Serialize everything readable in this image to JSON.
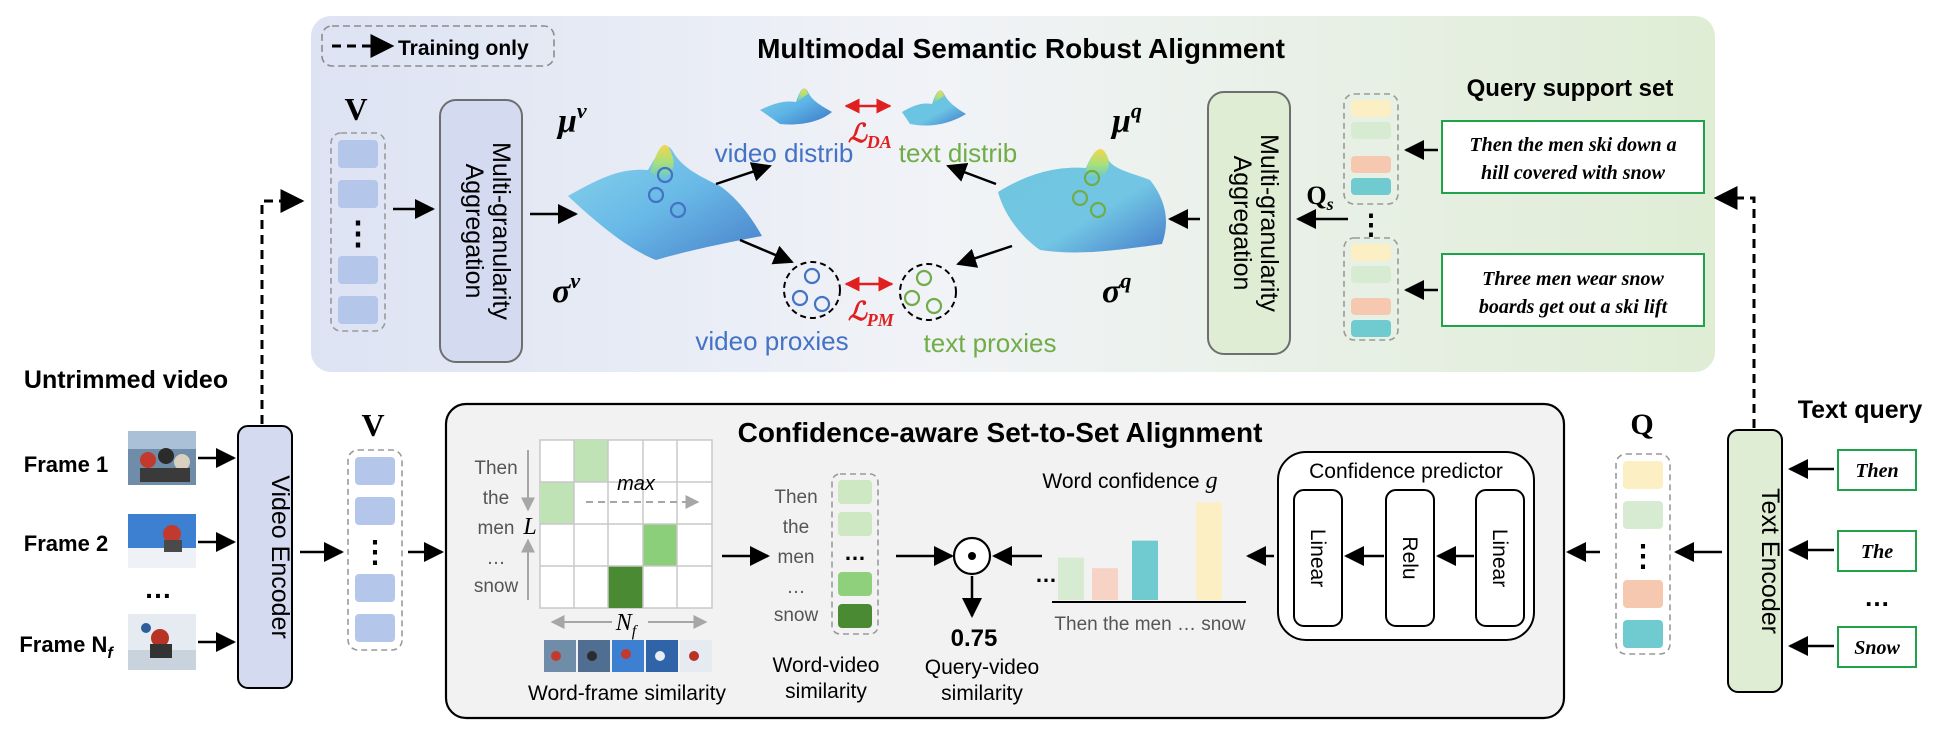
{
  "legend": {
    "training_only": "Training only"
  },
  "msra": {
    "title": "Multimodal Semantic Robust Alignment",
    "v_label": "V",
    "aggregation_label_line1": "Multi-granularity",
    "aggregation_label_line2": "Aggregation",
    "mu_v": "μ",
    "mu_v_sup": "v",
    "sigma_v": "σ",
    "sigma_v_sup": "v",
    "mu_q": "μ",
    "mu_q_sup": "q",
    "sigma_q": "σ",
    "sigma_q_sup": "q",
    "video_distrib": "video distrib",
    "text_distrib": "text distrib",
    "video_proxies": "video proxies",
    "text_proxies": "text proxies",
    "loss_da": "ℒ",
    "loss_da_sub": "DA",
    "loss_pm": "ℒ",
    "loss_pm_sub": "PM",
    "qs_label": "Q",
    "qs_sub": "s",
    "query_support_title": "Query support set",
    "query_support_1_line1": "Then the men ski down a",
    "query_support_1_line2": "hill covered with snow",
    "query_support_2_line1": "Three men wear snow",
    "query_support_2_line2": "boards get out a ski lift"
  },
  "video_input": {
    "title": "Untrimmed video",
    "frames": [
      "Frame 1",
      "Frame 2",
      "…",
      "Frame N"
    ],
    "frame_n_sub": "f",
    "encoder": "Video Encoder",
    "v_label": "V"
  },
  "text_input": {
    "title": "Text query",
    "words": [
      "Then",
      "The",
      "…",
      "Snow"
    ],
    "encoder": "Text Encoder",
    "q_label": "Q"
  },
  "csa": {
    "title": "Confidence-aware Set-to-Set Alignment",
    "grid_words": [
      "Then",
      "the",
      "men",
      "…",
      "snow"
    ],
    "max_label": "max",
    "L_label": "L",
    "nf_label": "N",
    "nf_sub": "f",
    "word_frame_caption": "Word-frame similarity",
    "word_video_words": [
      "Then",
      "the",
      "men",
      "…",
      "snow"
    ],
    "word_video_caption_line1": "Word-video",
    "word_video_caption_line2": "similarity",
    "score": "0.75",
    "qv_caption_line1": "Query-video",
    "qv_caption_line2": "similarity",
    "word_confidence_label": "Word confidence",
    "word_confidence_symbol": "g",
    "bar_axis_labels": "Then the men  …  snow",
    "bar_values": [
      0.4,
      0.3,
      0.56,
      0.0,
      0.92
    ],
    "bar_colors": [
      "#d7ebd2",
      "#f6d3c4",
      "#6fcbd0",
      "#ffffff",
      "#fbefc3"
    ],
    "predictor_title": "Confidence predictor",
    "predictor_layers": [
      "Linear",
      "Relu",
      "Linear"
    ]
  },
  "colors": {
    "video_token": "#b4c6ea",
    "green_box_border": "#1ea34a",
    "red_arrow": "#e02020",
    "video_blue_text": "#4472c4",
    "text_green_text": "#70ad47",
    "query_tokens": [
      "#fbefc3",
      "#d7ebd2",
      "#f6c8b0",
      "#6fcbd0"
    ]
  }
}
